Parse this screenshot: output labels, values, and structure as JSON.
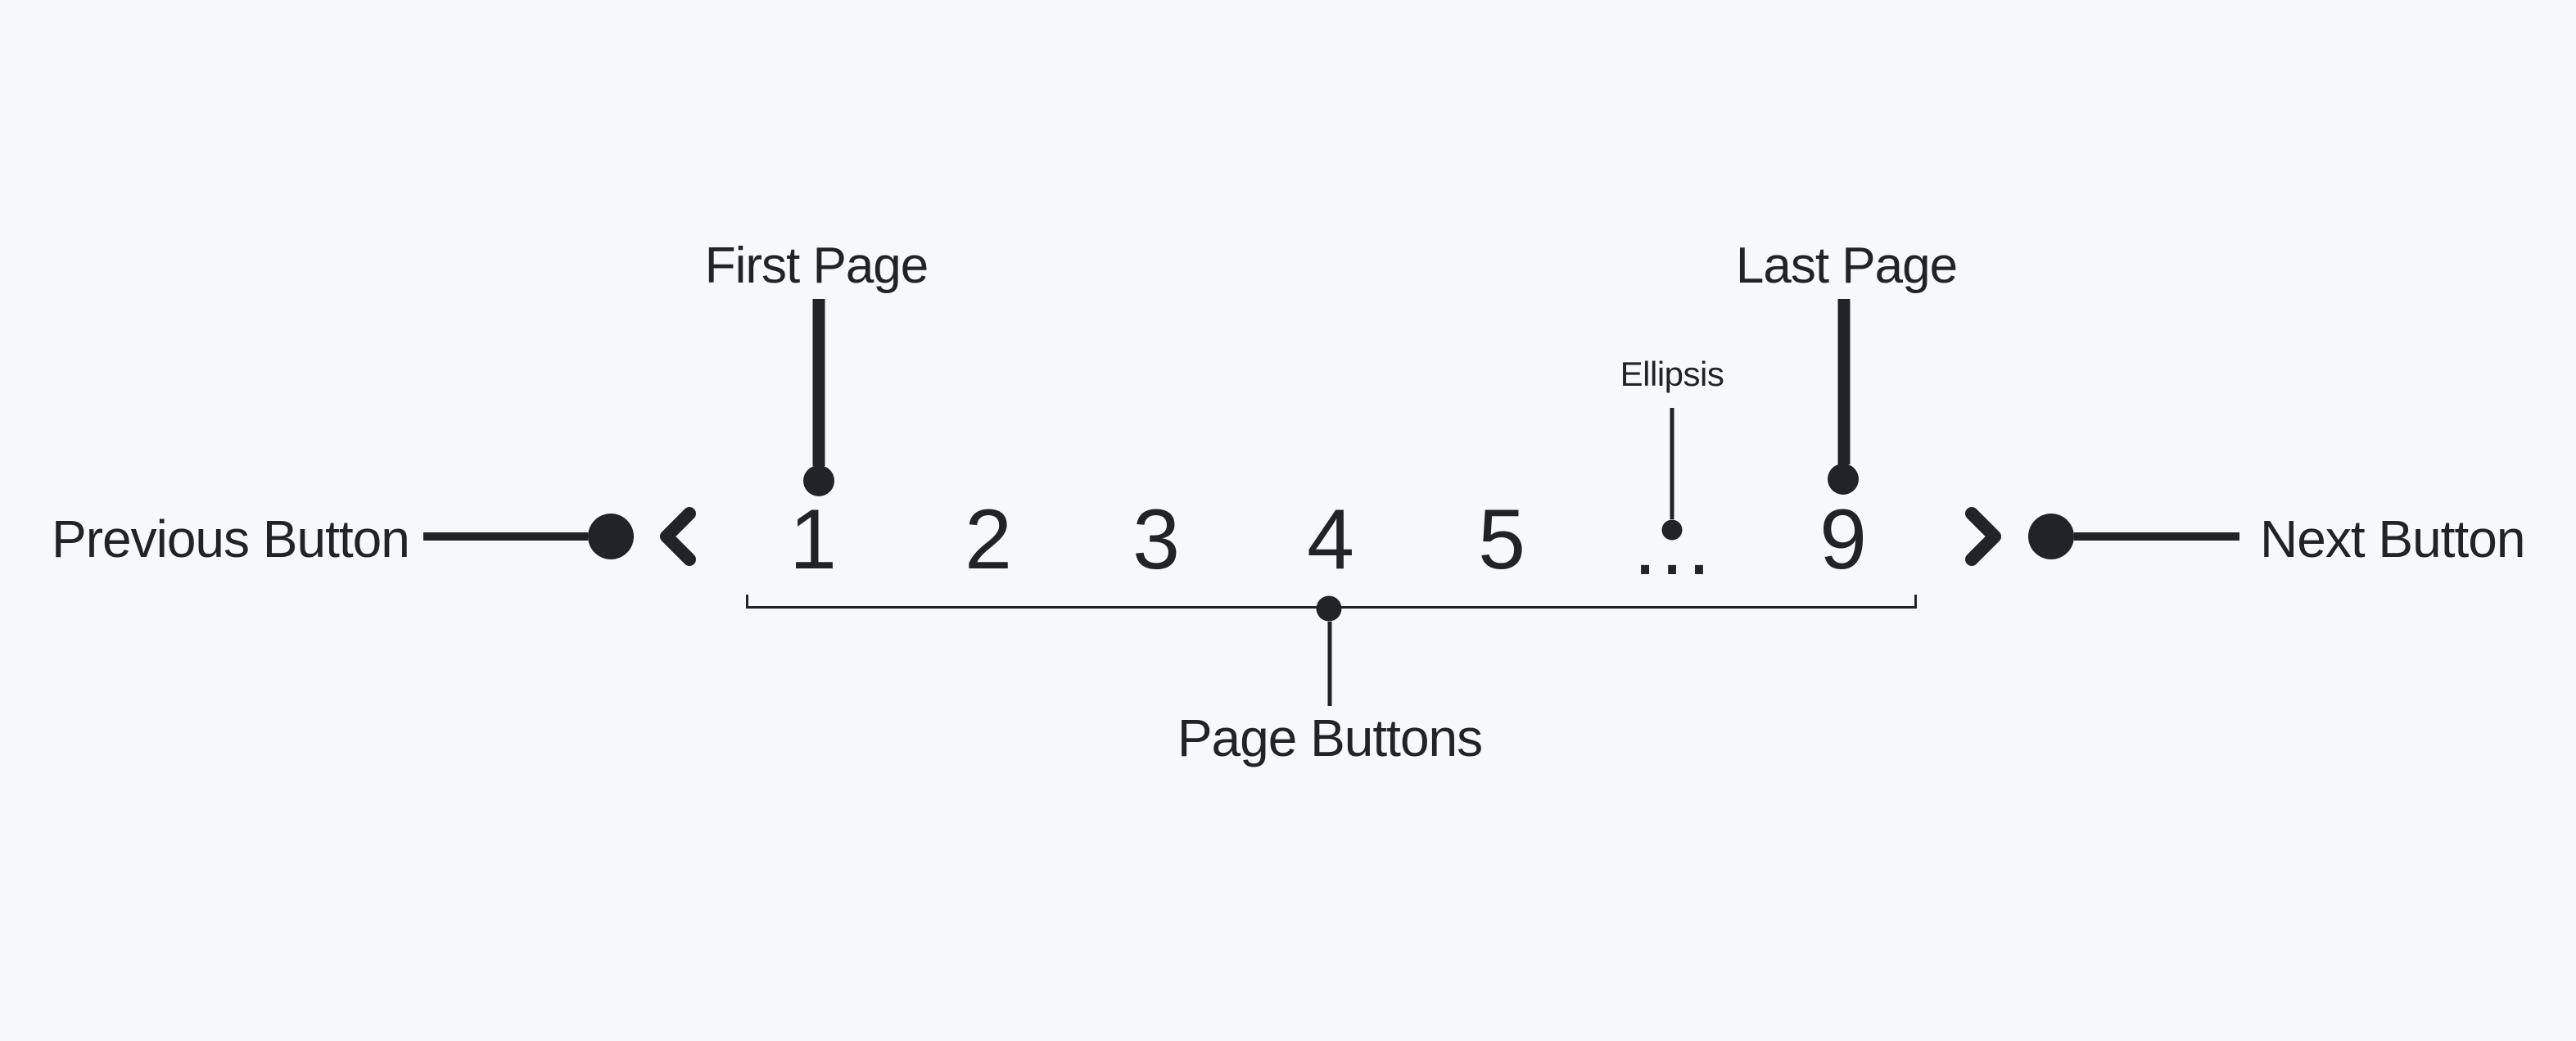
{
  "diagram": {
    "background": "#f7f8fa",
    "ink": "#212327"
  },
  "pagination": {
    "prev_label": "Previous Button",
    "next_label": "Next Button",
    "prev_icon": "chevron-left",
    "next_icon": "chevron-right",
    "pages": [
      "1",
      "2",
      "3",
      "4",
      "5",
      "…",
      "9"
    ]
  },
  "callouts": {
    "first_page": "First Page",
    "last_page": "Last Page",
    "ellipsis": "Ellipsis",
    "page_buttons": "Page Buttons"
  }
}
